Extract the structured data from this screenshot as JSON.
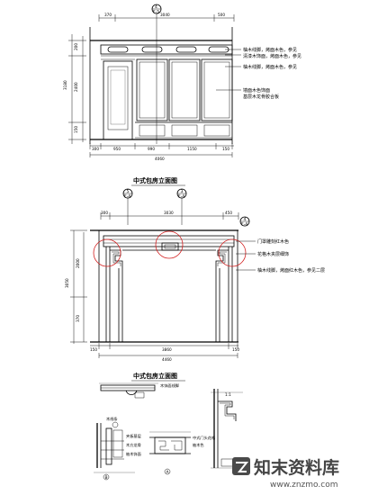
{
  "elevation1": {
    "top_dims": [
      "370",
      "3040",
      "500"
    ],
    "bottom_dims": [
      "300",
      "950",
      "990",
      "1150",
      "150"
    ],
    "overall": "4060",
    "left_dims": [
      "200",
      "2400",
      "150",
      "3180"
    ],
    "notes": [
      "柚木线脚，烤面木色，参见",
      "清漆木饰面，烤面木色，参见",
      "柚木线脚，烤面木色，参见",
      "墙面木色饰面",
      "基层木龙骨胶合板"
    ],
    "section_mark": {
      "top": "4",
      "bottom": "F-5"
    }
  },
  "caption1": "中式包房立面图",
  "elevation2": {
    "top_dims": [
      "300",
      "3030",
      "450"
    ],
    "bottom_dims": [
      "150",
      "3860",
      "150"
    ],
    "overall": "4460",
    "left_dims": [
      "3050",
      "2000",
      "370"
    ],
    "notes": [
      "门罩雕刻红木色",
      "花格木夹层细饰",
      "柚木线脚，烤面红木色，参见二层"
    ],
    "marks": [
      {
        "top": "5",
        "bottom": "F-4"
      },
      {
        "top": "3",
        "bottom": "F-4"
      },
      {
        "top": "4",
        "bottom": "F-4"
      }
    ]
  },
  "caption2": "中式包房立面图",
  "details": {
    "scale_label": "1:1",
    "notes_a": [
      "木饰面线脚",
      "中式门头花格",
      "柚木色"
    ],
    "notes_b": [
      "木线条",
      "夹板基层",
      "木方龙骨",
      "柚木饰面"
    ],
    "section_labels": [
      "A",
      "B"
    ]
  },
  "watermark": {
    "logo": "知末资料库",
    "url": "www.znzmo.com"
  }
}
